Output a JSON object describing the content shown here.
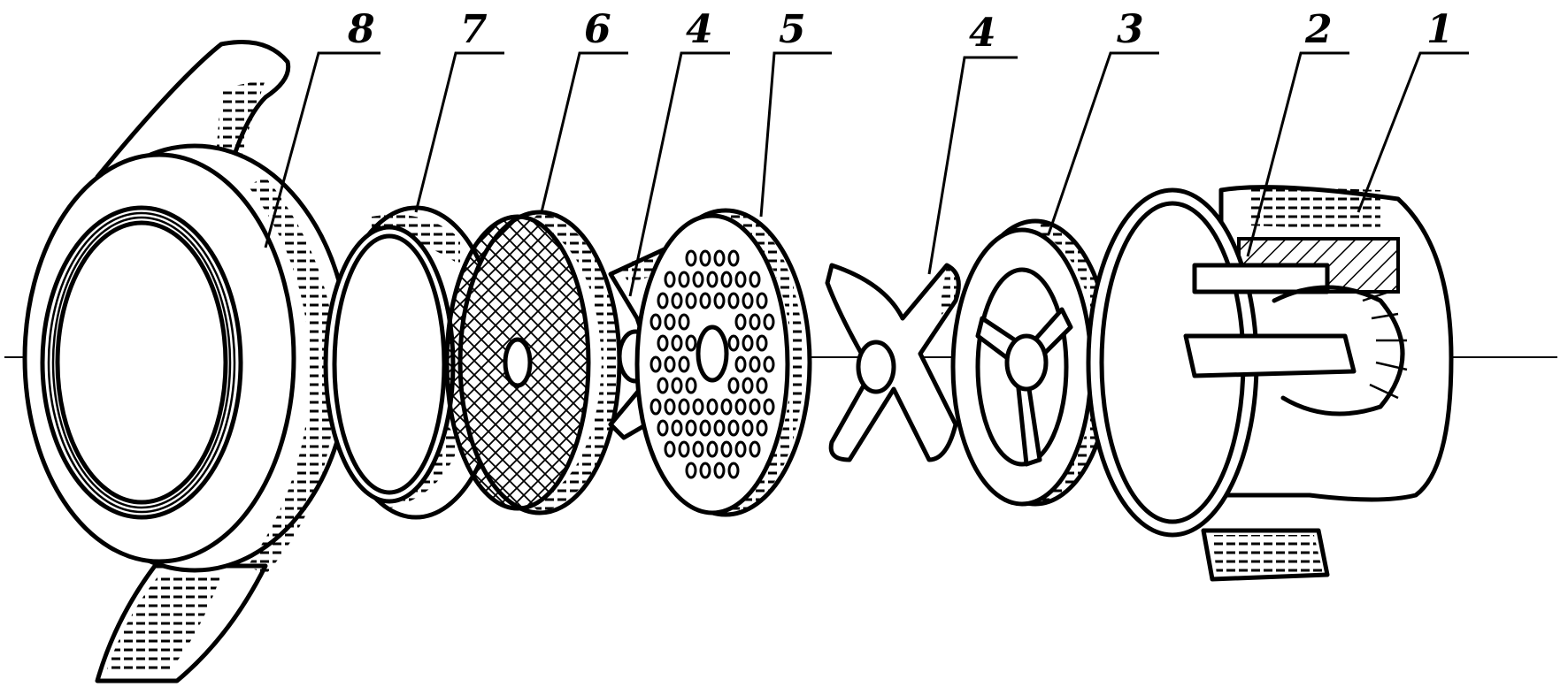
{
  "diagram": {
    "parts": [
      {
        "id": "part-8",
        "label": "8"
      },
      {
        "id": "part-7",
        "label": "7"
      },
      {
        "id": "part-6",
        "label": "6"
      },
      {
        "id": "part-4a",
        "label": "4"
      },
      {
        "id": "part-5",
        "label": "5"
      },
      {
        "id": "part-4b",
        "label": "4"
      },
      {
        "id": "part-3",
        "label": "3"
      },
      {
        "id": "part-2",
        "label": "2"
      },
      {
        "id": "part-1",
        "label": "1"
      }
    ]
  }
}
